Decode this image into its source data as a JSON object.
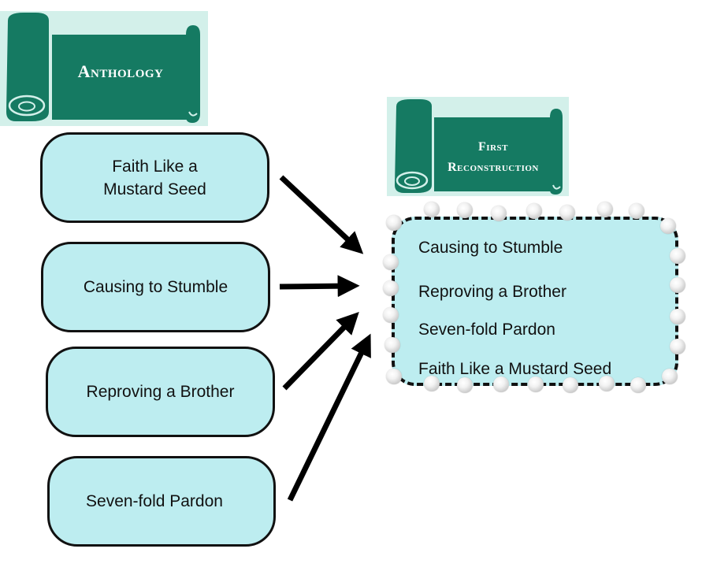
{
  "colors": {
    "banner_green": "#157a62",
    "banner_bg": "#d3f0ea",
    "box_fill": "#bdedf0",
    "outline": "#111111"
  },
  "banners": {
    "anthology": {
      "label": "Anthology",
      "icon": "scroll-icon"
    },
    "first_reconstruction": {
      "line1": "First",
      "line2": "Reconstruction",
      "icon": "scroll-icon"
    }
  },
  "source_boxes": [
    {
      "line1": "Faith Like a",
      "line2": "Mustard Seed"
    },
    {
      "line1": "Causing to Stumble",
      "line2": ""
    },
    {
      "line1": "Reproving a Brother",
      "line2": ""
    },
    {
      "line1": "Seven-fold Pardon",
      "line2": ""
    }
  ],
  "target_box": {
    "items": [
      "Causing to Stumble",
      "Reproving a Brother",
      "Seven-fold Pardon",
      "Faith Like a Mustard Seed"
    ]
  },
  "arrows": [
    {
      "from": "Faith Like a Mustard Seed",
      "to": "First Reconstruction"
    },
    {
      "from": "Causing to Stumble",
      "to": "First Reconstruction"
    },
    {
      "from": "Reproving a Brother",
      "to": "First Reconstruction"
    },
    {
      "from": "Seven-fold Pardon",
      "to": "First Reconstruction"
    }
  ]
}
